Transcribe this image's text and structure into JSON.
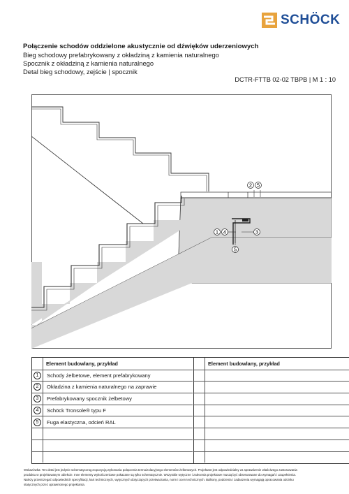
{
  "brand": {
    "name": "SCHÖCK",
    "color": "#1f4e97",
    "mark_color": "#e8a33d"
  },
  "header": {
    "title": "Połączenie schodów oddzielone akustycznie od dźwięków uderzeniowych",
    "line2": "Bieg schodowy prefabrykowany z okładziną z kamienia naturalnego",
    "line3": "Spocznik z okładziną z kamienia naturalnego",
    "line4": "Detal bieg schodowy, zejście | spocznik",
    "reference": "DCTR-FTTB 02-02 TBPB   |   M 1 : 10"
  },
  "callouts": {
    "top": [
      "2",
      "5"
    ],
    "middle_left": [
      "1",
      "4"
    ],
    "middle_right": "3",
    "bottom": "5"
  },
  "table": {
    "left_header": "Element budowlany, przykład",
    "right_header": "Element budowlany, przykład",
    "items": [
      {
        "num": "1",
        "label": "Schody żelbetowe, element prefabrykowany"
      },
      {
        "num": "2",
        "label": "Okładzina z kamienia naturalnego na zaprawie"
      },
      {
        "num": "3",
        "label": "Prefabrykowany spocznik żelbetowy"
      },
      {
        "num": "4",
        "label": "Schöck Tronsole® typu F"
      },
      {
        "num": "5",
        "label": "Fuga elastyczna, odcień RAL"
      }
    ]
  },
  "footer": {
    "line1": "Wskazówka: Ten detal jest jedynie schematyczną propozycją wykonania połączenia termoizolacyjnego elementów żelbetowych. Projektant jest odpowiedzialny za sprawdzenie właściwego zastosowania",
    "line2": "produktu w projektowanym obiekcie. Inne elementy wykończeniowe pokazane są tylko schematycznie. Wszystkie wytyczne i zalecenia projektowe muszą być obserwowane do wymagań i uzupełnienia.",
    "line3": "Należy przestrzegać odpowiednich specyfikacji, kart technicznych, wytycznych dotyczących przetwarzania, norm i ocen technicznych. Balkony, podcienia i zadaszenia wymagają opracowania odcinku",
    "line4": "statycznych przez uprawnionego projektanta."
  }
}
